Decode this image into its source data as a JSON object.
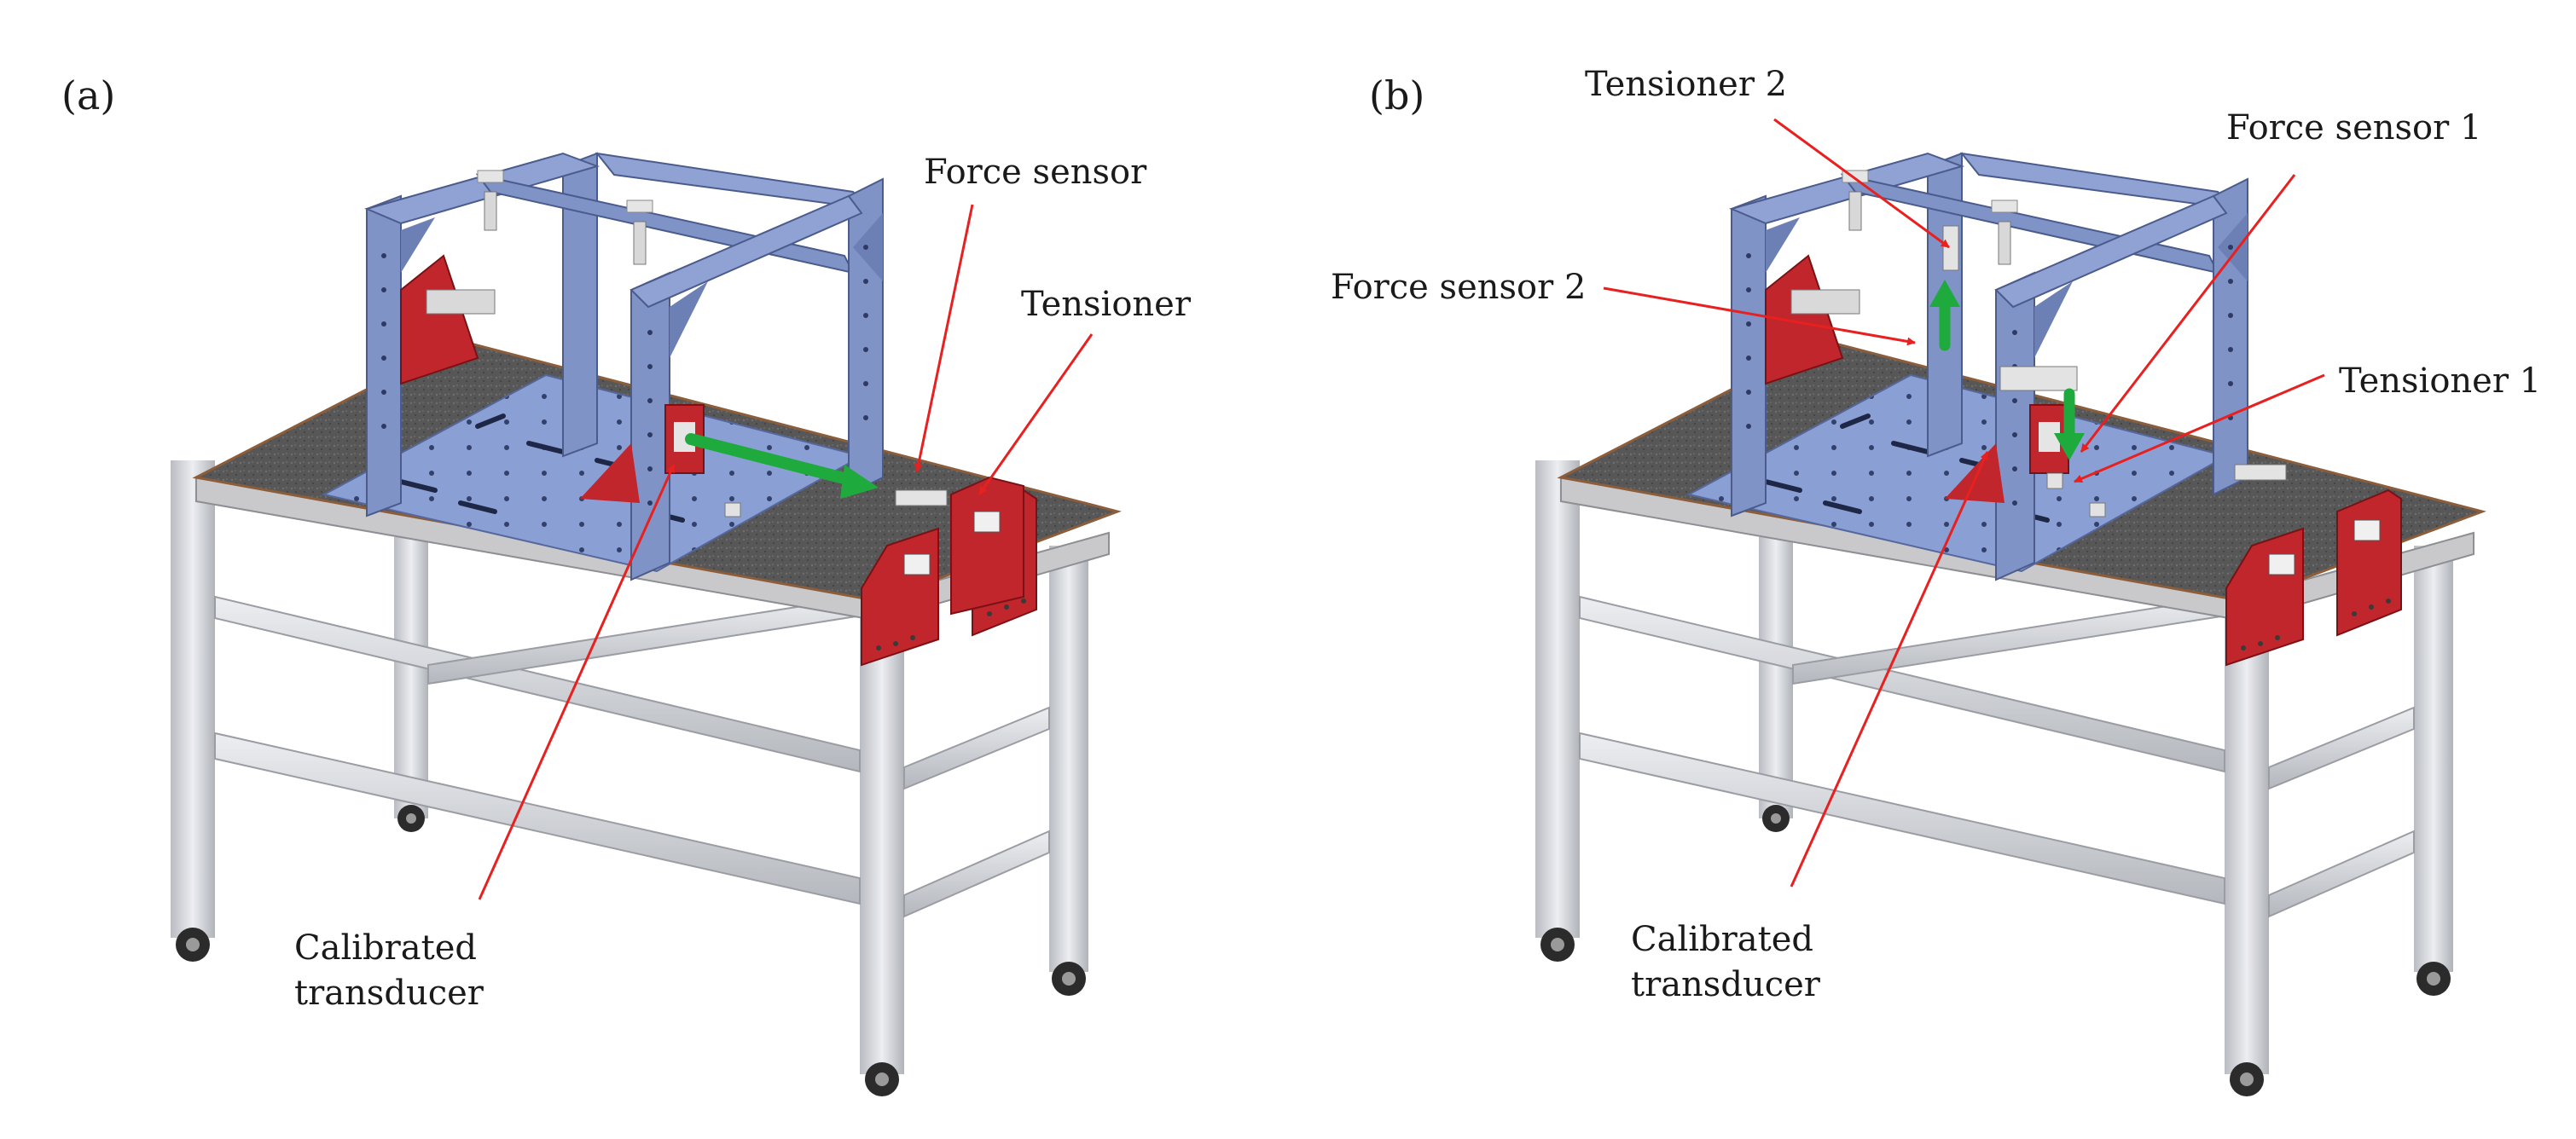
{
  "figure": {
    "panels": [
      {
        "id": "a",
        "label": "(a)",
        "annotations": {
          "force_sensor": "Force sensor",
          "tensioner": "Tensioner",
          "calibrated_line1": "Calibrated",
          "calibrated_line2": "transducer"
        }
      },
      {
        "id": "b",
        "label": "(b)",
        "annotations": {
          "tensioner_2": "Tensioner 2",
          "force_sensor_1": "Force sensor 1",
          "force_sensor_2": "Force sensor 2",
          "tensioner_1": "Tensioner 1",
          "calibrated_line1": "Calibrated",
          "calibrated_line2": "transducer"
        }
      }
    ],
    "colors": {
      "frame_blue": "#7f93c7",
      "frame_blue_dark": "#55679c",
      "tabletop": "#5a5a5a",
      "plate": "#8aa0d4",
      "bracket_red": "#c0262b",
      "leg_silver": "#d4d6da",
      "leader_red": "#e8201f",
      "force_arrow_green": "#1faa3d"
    }
  }
}
